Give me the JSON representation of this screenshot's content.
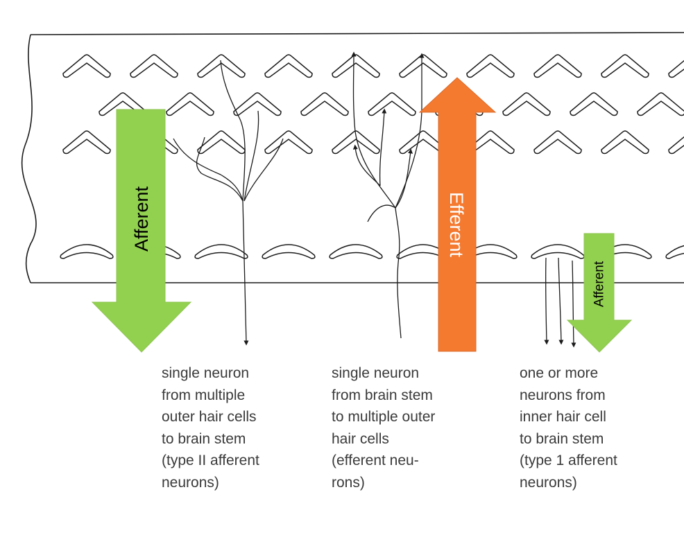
{
  "labels": {
    "afferent_left": "Afferent",
    "efferent": "Efferent",
    "afferent_right": "Afferent"
  },
  "captions": {
    "type2": "single neuron\nfrom multiple\nouter hair cells\nto brain stem\n(type II afferent\nneurons)",
    "efferent": "single neuron\nfrom brain stem\nto multiple outer\nhair cells\n(efferent neu-\nrons)",
    "type1": "one or more\nneurons from\ninner hair cell\nto brain stem\n(type 1 afferent\nneurons)"
  },
  "colors": {
    "afferent": "#92d050",
    "afferent_stroke": "#8fc651",
    "efferent": "#f47a30",
    "efferent_stroke": "#d9692a",
    "ink": "#1a1a1a",
    "caption": "#3a3a3a"
  }
}
